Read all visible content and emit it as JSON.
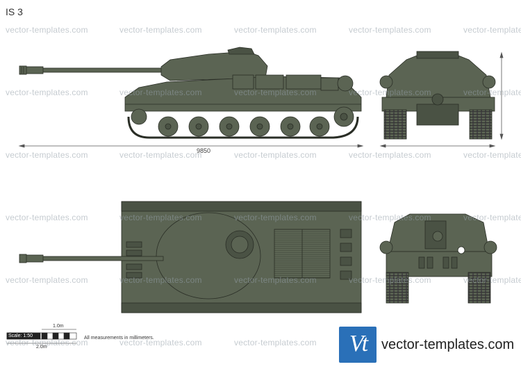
{
  "page": {
    "title": "IS 3"
  },
  "watermark": {
    "text": "vector-templates.com",
    "color": "#96a0aa"
  },
  "dimensions": {
    "length_label": "9850"
  },
  "scale": {
    "label": "Scale: 1:50",
    "top_unit": "1.0m",
    "bottom_unit": "2.0m"
  },
  "note": "All measurements in millimeters.",
  "brand": {
    "logo_letters": "Vt",
    "site": "vector-templates.com",
    "color": "#2a70b8"
  },
  "colors": {
    "hull": "#5b6453",
    "hull_dark": "#4a5244",
    "outline": "#2a2e26"
  },
  "icons": {
    "logo": "vt-logo-icon"
  }
}
